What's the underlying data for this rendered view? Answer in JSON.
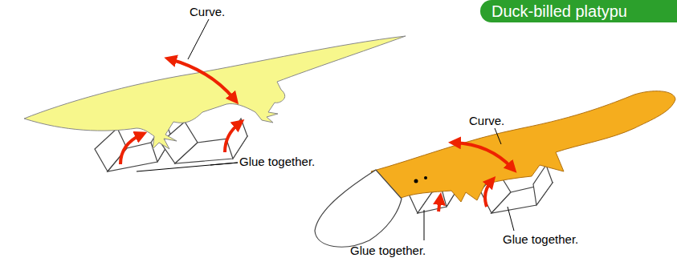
{
  "diagram": {
    "nodes": [
      {
        "text": [
          "Duck-billed platypu"
        ]
      }
    ],
    "labels": [
      "Curve.",
      "Glue together.",
      "Curve.",
      "Glue together.",
      "Glue together."
    ]
  }
}
